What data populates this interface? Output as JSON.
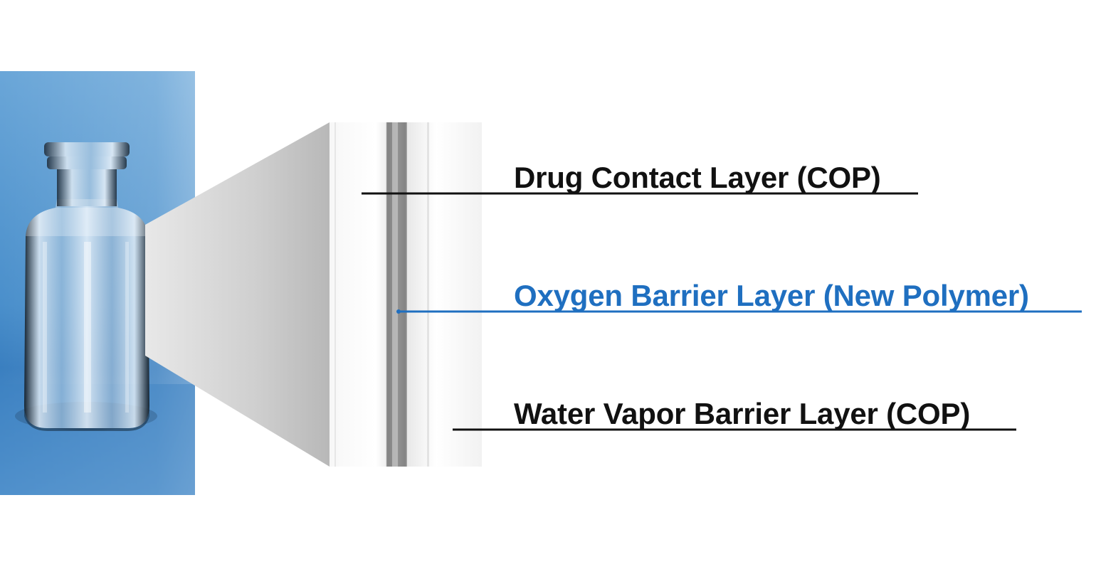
{
  "layers": [
    {
      "key": "drug_contact",
      "label": "Drug Contact Layer (COP)",
      "color": "#111111"
    },
    {
      "key": "oxygen_barrier",
      "label": "Oxygen Barrier Layer (New Polymer)",
      "color": "#1f6fc0"
    },
    {
      "key": "water_vapor",
      "label": "Water Vapor Barrier Layer (COP)",
      "color": "#111111"
    }
  ],
  "colors": {
    "photo_background": "#4a8fcb",
    "zoom_cone": "#c8c8c8",
    "barrier_band": "#8a8a8a"
  }
}
